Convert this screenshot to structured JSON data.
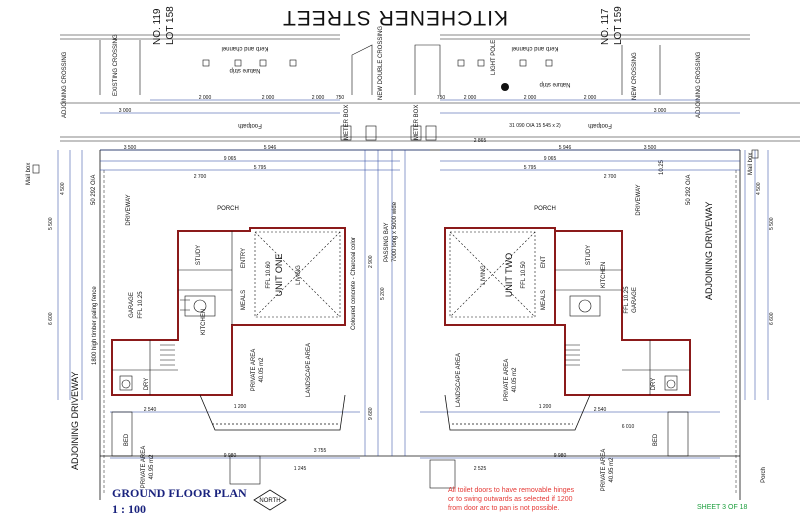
{
  "street_name": "KITCHENER STREET",
  "lots": {
    "left_no": "NO. 119",
    "left_lot": "LOT 158",
    "right_no": "NO. 117",
    "right_lot": "LOT 159"
  },
  "labels": {
    "kerb_channel": "Kerb and channel",
    "nature_strip": "Nature strip",
    "footpath": "Footpath",
    "light_pole": "LIGHT POLE",
    "existing_crossing": "EXISTING CROSSING",
    "new_double_crossing": "NEW DOUBLE CROSSING",
    "new_crossing": "NEW CROSSING",
    "adjoining_crossing": "ADJOINING CROSSING",
    "adjoining_driveway": "ADJOINING DRIVEWAY",
    "mail_box": "Mail box",
    "driveway": "DRIVEWAY",
    "passing_bay": "PASSING BAY",
    "passing_bay_size": "7000 long x 5000 wide",
    "concrete": "Coloured concrete - Charcoal color",
    "porch": "PORCH",
    "porch_right": "Porch",
    "study": "STUDY",
    "entry": "ENTRY",
    "ent": "ENT",
    "meals": "MEALS",
    "living": "LIVING",
    "kitchen": "KITCHEN",
    "garage": "GARAGE",
    "bed": "BED",
    "dry": "DRY",
    "private_area": "PRIVATE AREA",
    "private_area_left_size": "40.95 m2",
    "private_area_unit_size": "40.05 m2",
    "landscape": "LANDSCAPE AREA",
    "meter_box": "METER BOX",
    "fence": "1800 high timber paling fence",
    "unit_one": "UNIT ONE",
    "unit_two": "UNIT TWO",
    "ffl_unit": "FFL 10.60",
    "ffl_unit_two": "FFL 10.50",
    "ffl_garage": "FFL 10.25",
    "ffl_garage_right": "FFL 10.25",
    "site_oa": "50 292 O/A",
    "frontage": "31 090 O/A 15 545 x 2)",
    "north": "NORTH"
  },
  "dimensions": {
    "d_2000": "2 000",
    "d_3000": "3 000",
    "d_750": "750",
    "d_3500": "3 500",
    "d_5946": "5 946",
    "d_9065": "9 065",
    "d_5795": "5 795",
    "d_2700": "2 700",
    "d_6600": "6 600",
    "d_2865": "2 865",
    "d_2540": "2 540",
    "d_9980": "9 980",
    "d_3755": "3 755",
    "d_1245": "1 245",
    "d_2525": "2 525",
    "d_6010": "6 010",
    "d_1200": "1 200",
    "d_4500": "4 500",
    "d_5500": "5 500",
    "d_2900": "2 900",
    "d_5200": "5 200",
    "d_9680": "9 680",
    "d_1025": "10.25"
  },
  "footer": {
    "plan_title": "GROUND FLOOR PLAN",
    "scale": "1 : 100",
    "toilet_note_1": "All toilet doors to have removable hinges",
    "toilet_note_2": "or to swing outwards as selected if 1200",
    "toilet_note_3": "from door arc to pan is not possible.",
    "sheet": "SHEET 3 OF 18"
  },
  "colors": {
    "line": "#111111",
    "dimension": "#1f3c9c",
    "walls_accent": "#8b1a1a",
    "title": "#1a237e",
    "note": "#e53935",
    "sheet": "#1b9e3c"
  }
}
